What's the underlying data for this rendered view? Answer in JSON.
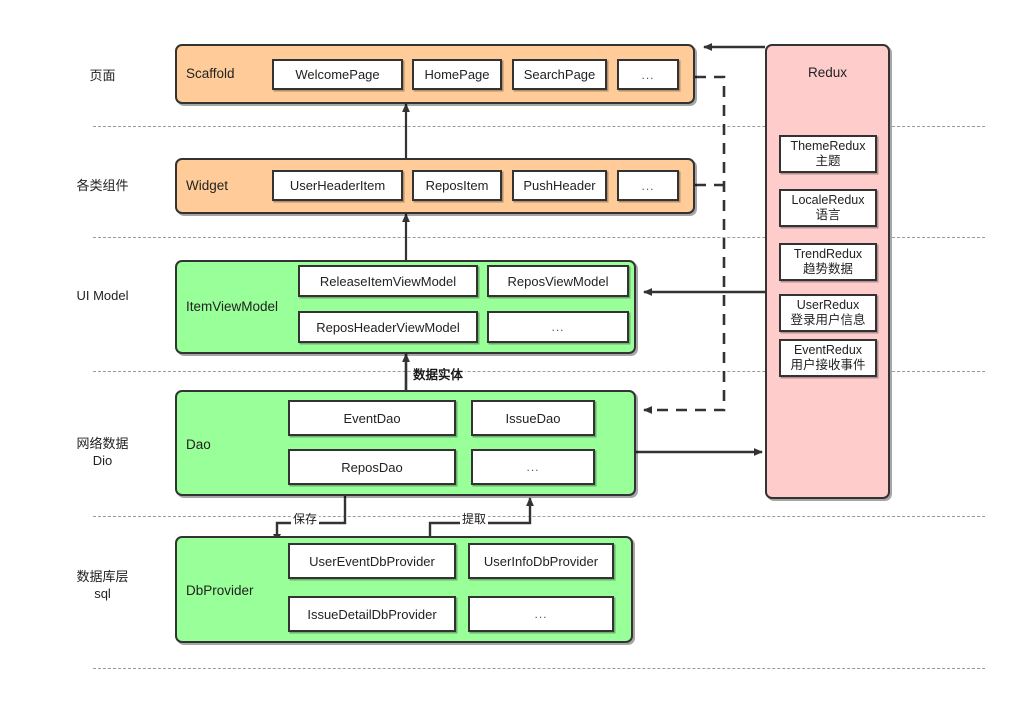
{
  "diagram": {
    "title": "Flutter GSYGithubAppFlutter architecture layers",
    "colors": {
      "orange": "#ffcc99",
      "green": "#99ff99",
      "pink": "#ffcccc",
      "stroke": "#333333",
      "separator": "#9a9a9a"
    }
  },
  "layers": [
    {
      "id": "page",
      "label": "页面"
    },
    {
      "id": "widget",
      "label": "各类组件"
    },
    {
      "id": "uimodel",
      "label": "UI Model"
    },
    {
      "id": "network",
      "label": "网络数据\nDio"
    },
    {
      "id": "database",
      "label": "数据库层\nsql"
    }
  ],
  "groups": [
    {
      "id": "scaffold",
      "title": "Scaffold",
      "color": "orange",
      "cells": [
        "WelcomePage",
        "HomePage",
        "SearchPage",
        "..."
      ]
    },
    {
      "id": "widget",
      "title": "Widget",
      "color": "orange",
      "cells": [
        "UserHeaderItem",
        "ReposItem",
        "PushHeader",
        "..."
      ]
    },
    {
      "id": "itemviewmodel",
      "title": "ItemViewModel",
      "color": "green",
      "cells": [
        "ReleaseItemViewModel",
        "ReposViewModel",
        "ReposHeaderViewModel",
        "..."
      ]
    },
    {
      "id": "dao",
      "title": "Dao",
      "color": "green",
      "cells": [
        "EventDao",
        "IssueDao",
        "ReposDao",
        "..."
      ]
    },
    {
      "id": "dbprovider",
      "title": "DbProvider",
      "color": "green",
      "cells": [
        "UserEventDbProvider",
        "UserInfoDbProvider",
        "IssueDetailDbProvider",
        "..."
      ]
    }
  ],
  "redux": {
    "title": "Redux",
    "chips": [
      {
        "name": "ThemeRedux",
        "desc": "主题"
      },
      {
        "name": "LocaleRedux",
        "desc": "语言"
      },
      {
        "name": "TrendRedux",
        "desc": "趋势数据"
      },
      {
        "name": "UserRedux",
        "desc": "登录用户信息"
      },
      {
        "name": "EventRedux",
        "desc": "用户接收事件"
      }
    ]
  },
  "edge_labels": {
    "entity": "数据实体",
    "save": "保存",
    "fetch": "提取"
  }
}
